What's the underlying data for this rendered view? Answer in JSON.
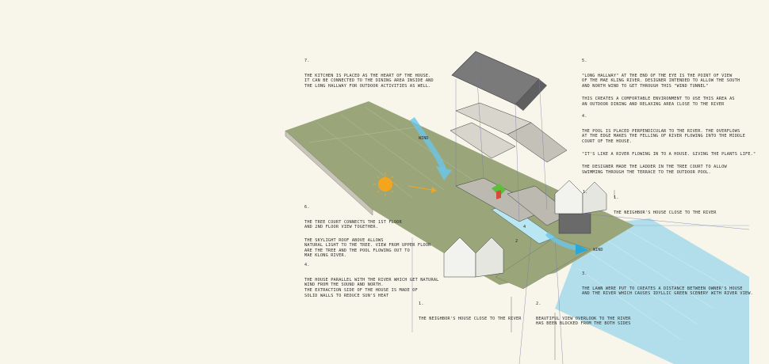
{
  "notes": {
    "n7": {
      "num": "7.",
      "p1": "THE KITCHEN IS PLACED AS THE HEART OF THE HOUSE.\nIT CAN BE CONNECTED TO THE DINING AREA INSIDE AND\nTHE LONG HALLWAY FOR OUTDOOR ACTIVITIES AS WELL."
    },
    "n5": {
      "num": "5.",
      "p1": "\"LONG HALLWAY\" AT THE END OF THE EYE IS THE POINT OF VIEW\nOF THE MAE KLING RIVER. DESIGNER INTENDED TO ALLOW THE SOUTH\nAND NORTH WIND TO GET THROUGH THIS \"WIND TUNNEL\"",
      "p2": "THIS CREATES A COMFORTABLE ENVIRONMENT TO USE THIS AREA AS\nAN OUTDOOR DINING AND RELAXING AREA CLOSE TO THE RIVER"
    },
    "n4a": {
      "num": "4.",
      "p1": "THE POOL IS PLACED PERPENDICULAR TO THE RIVER. THE OVERFLOWS\nAT THE EDGE MAKES THE FELLING OF RIVER FLOWING INTO THE MIDDLE\nCOURT OF THE HOUSE.",
      "p2": "\"IT'S LIKE A RIVER FLOWING IN TO A HOUSE. GIVING THE PLANTS LIFE.\"",
      "p3": "THE DESIGNER MADE THE LADDER IN THE TREE COURT TO ALLOW\nSWIMMING THROUGH THE TERRACE TO THE OUTDOOR POOL."
    },
    "n1r": {
      "num": "1.",
      "p1": "THE NEIGHBOR'S HOUSE CLOSE TO THE RIVER"
    },
    "n6": {
      "num": "6.",
      "p1": "THE TREE COURT CONNECTS THE 1ST FLOOR\nAND 2ND FLOOR VIEW TOGETHER.",
      "p2": "THE SKYLIGHT ROOF ABOVE ALLOWS\nNATURAL LIGHT TO THE TREE. VIEW FROM UPPER FLOOR\nARE THE TREE AND THE POOL FLOWING OUT TO\nMAE KLONG RIVER."
    },
    "n4b": {
      "num": "4.",
      "p1": "THE HOUSE PARALLEL WITH THE RIVER WHICH GET NATURAL\nWIND FROM THE SOUND AND NORTH.\nTHE EXTRACTION SIDE OF THE HOUSE IS MADE OF\nSOLID WALLS TO REDUCE SUN'S HEAT"
    },
    "n3": {
      "num": "3.",
      "p1": "THE LAWN WERE PUT TO CREATES A DISTANCE BETWEEN OWNER'S HOUSE\nAND THE RIVER WHICH CAUSES IDYLLIC GREEN SCENERY WITH RIVER VIEW."
    },
    "n1l": {
      "num": "1.",
      "p1": "THE NEIGHBOR'S HOUSE CLOSE TO THE RIVER"
    },
    "n2": {
      "num": "2.",
      "p1": "BEAUTIFUL VIEW OVERLOOK TO THE RIVER\nHAS BEEN BLOCKED FROM THE BOTH SIDES"
    }
  },
  "tags": {
    "wind_top": "WIND",
    "wind_right": "WIND",
    "house_label_right": "1.",
    "pool_label": "4",
    "pool_label_2": "2"
  },
  "colors": {
    "background": "#f8f6ea",
    "lawn": "#9aa67a",
    "river": "#a9dcea",
    "sun": "#f5a51c",
    "wind": "#6cc6e8",
    "line": "#5a5a5a"
  }
}
